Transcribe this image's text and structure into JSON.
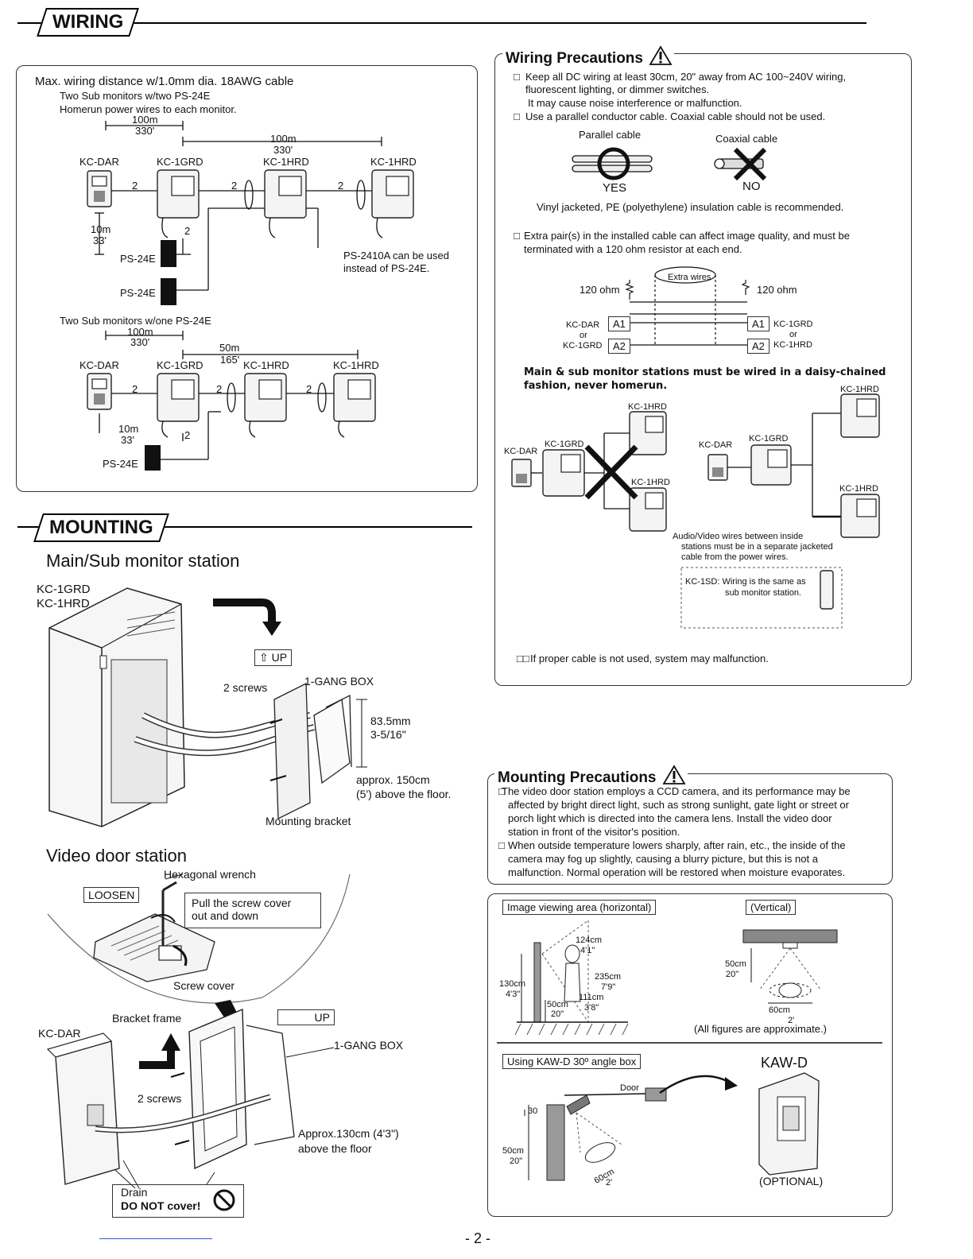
{
  "sections": {
    "wiring": "WIRING",
    "mounting": "MOUNTING"
  },
  "wiring_diagram": {
    "max_distance": "Max. wiring distance w/1.0mm dia.  18AWG cable",
    "top_note1": "Two Sub monitors w/two PS-24E",
    "top_note2": "Homerun power wires to each monitor.",
    "dist_100m_a": "100m",
    "dist_330_a": "330'",
    "dist_100m_b": "100m",
    "dist_330_b": "330'",
    "kc_dar": "KC-DAR",
    "kc_1grd": "KC-1GRD",
    "kc_1hrd_a": "KC-1HRD",
    "kc_1hrd_b": "KC-1HRD",
    "wire_count": "2",
    "dist_10m": "10m",
    "dist_33": "33'",
    "ps24e_a": "PS-24E",
    "ps24e_b": "PS-24E",
    "ps2410a_note1": "PS-2410A can be used",
    "ps2410a_note2": "instead of PS-24E.",
    "bottom_note": "Two Sub monitors w/one PS-24E",
    "dist_100m_c": "100m",
    "dist_330_c": "330'",
    "dist_50m": "50m",
    "dist_165": "165'",
    "kc_dar_2": "KC-DAR",
    "kc_1grd_2": "KC-1GRD",
    "kc_1hrd_c": "KC-1HRD",
    "kc_1hrd_d": "KC-1HRD",
    "dist_10m_2": "10m",
    "dist_33_2": "33'",
    "ps24e_c": "PS-24E"
  },
  "wiring_precautions": {
    "title": "Wiring Precautions",
    "bullet1_line1": "Keep all DC wiring at least 30cm, 20\" away from AC 100~240V wiring,",
    "bullet1_line2": "fluorescent lighting, or dimmer switches.",
    "bullet1_line3": "It may cause noise interference or malfunction.",
    "bullet2": "Use a parallel conductor cable. Coaxial cable should not be used.",
    "parallel_cable": "Parallel cable",
    "coaxial_cable": "Coaxial cable",
    "yes": "YES",
    "no": "NO",
    "vinyl_note": "Vinyl jacketed, PE (polyethylene) insulation cable is recommended.",
    "bullet3_line1": "Extra pair(s) in the installed cable can affect image quality, and must be",
    "bullet3_line2": "terminated with a 120 ohm resistor at each end.",
    "ohm_left": "120 ohm",
    "ohm_right": "120 ohm",
    "extra_wires": "Extra wires",
    "left_top": "KC-DAR",
    "left_or": "or",
    "left_bottom": "KC-1GRD",
    "a1_left": "A1",
    "a2_left": "A2",
    "a1_right": "A1",
    "a2_right": "A2",
    "right_top": "KC-1GRD",
    "right_or": "or",
    "right_bottom": "KC-1HRD",
    "daisy_line1": "Main & sub monitor stations must be wired in a daisy-chained",
    "daisy_line2": "fashion, never homerun.",
    "x_kc_dar": "KC-DAR",
    "x_kc_1grd": "KC-1GRD",
    "x_kc_1hrd_top": "KC-1HRD",
    "x_kc_1hrd_bot": "KC-1HRD",
    "ok_kc_dar": "KC-DAR",
    "ok_kc_1grd": "KC-1GRD",
    "ok_kc_1hrd_top": "KC-1HRD",
    "ok_kc_1hrd_bot": "KC-1HRD",
    "av_line1": "Audio/Video   wires   between   inside",
    "av_line2": "stations must be in a separate jacketed",
    "av_line3": "cable from the power wires.",
    "kc1sd_line1": "KC-1SD: Wiring is the same as",
    "kc1sd_line2": "sub monitor  station.",
    "improper": "If proper cable is not used, system may malfunction."
  },
  "mounting_main": {
    "title": "Main/Sub monitor station",
    "model1": "KC-1GRD",
    "model2": "KC-1HRD",
    "up": "UP",
    "screws": "2 screws",
    "gang_box": "1-GANG BOX",
    "dim_mm": "83.5mm",
    "dim_in": "3-5/16\"",
    "height1": "approx. 150cm",
    "height2": "(5') above the floor.",
    "bracket": "Mounting bracket"
  },
  "mounting_door": {
    "title": "Video door station",
    "hex_wrench": "Hexagonal wrench",
    "loosen": "LOOSEN",
    "pull1": "Pull  the  screw  cover",
    "pull2": "out and down",
    "screw_cover": "Screw cover",
    "bracket_frame": "Bracket frame",
    "up": "UP",
    "kc_dar": "KC-DAR",
    "gang_box": "1-GANG BOX",
    "screws": "2 screws",
    "height1": "Approx.130cm (4'3\")",
    "height2": "above the floor",
    "drain": "Drain",
    "do_not_cover": "DO NOT cover!"
  },
  "mounting_precautions": {
    "title": "Mounting Precautions",
    "p1_l1": "The video door station employs a CCD camera, and its performance may be",
    "p1_l2": "affected  by bright direct light, such as strong sunlight, gate light or street or",
    "p1_l3": "porch  light  which  is  directed  into  the  camera  lens.  Install  the  video  door",
    "p1_l4": "station in front of the visitor's position.",
    "p2_l1": "When outside temperature lowers sharply, after rain, etc., the inside of the",
    "p2_l2": "camera may fog up slightly, causing a blurry picture, but this is not a",
    "p2_l3": "malfunction. Normal operation will be restored when moisture evaporates."
  },
  "viewing_area": {
    "horizontal_label": "Image viewing area (horizontal)",
    "vertical_label": "(Vertical)",
    "h_130": "130cm",
    "h_43": "4'3\"",
    "h_124": "124cm",
    "h_41": "4'1\"",
    "h_235": "235cm",
    "h_79": "7'9\"",
    "h_111": "111cm",
    "h_38": "3'8\"",
    "h_50": "50cm",
    "h_20": "20\"",
    "v_50": "50cm",
    "v_20": "20\"",
    "v_60": "60cm",
    "v_2": "2'",
    "approx": "(All figures are approximate.)",
    "kaw_label": "Using KAW-D 30º angle box",
    "kaw_title": "KAW-D",
    "door": "Door",
    "k_30": "30",
    "k_50": "50cm",
    "k_20": "20\"",
    "k_60": "60cm",
    "k_2": "2'",
    "optional": "(OPTIONAL)"
  },
  "footer": {
    "page": "- 2 -"
  }
}
